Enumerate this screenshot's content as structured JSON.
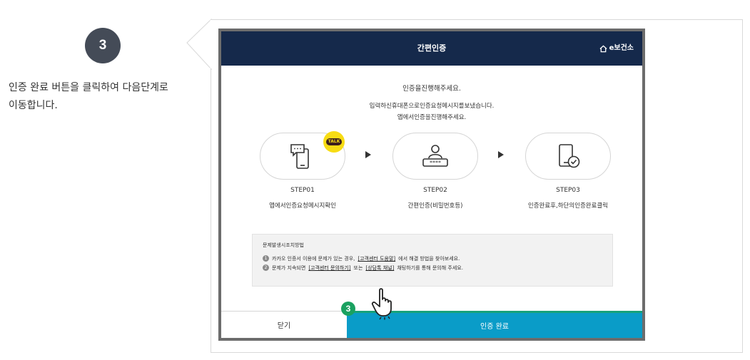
{
  "guide": {
    "step_number": "3",
    "line1": "인증 완료 버튼을 클릭하여 다음단계로",
    "line2": "이동합니다."
  },
  "modal": {
    "title": "간편인증",
    "brand": "e보건소",
    "intro1": "인증을진행해주세요.",
    "intro2": "입력하신휴대폰으로인증요청메시지를보냈습니다.",
    "intro3": "앱에서인증을진행해주세요.",
    "talk_badge": "TALK",
    "steps": [
      {
        "label": "STEP01",
        "desc": "앱에서인증요청메시지확인",
        "icon": "phone-chat-icon"
      },
      {
        "label": "STEP02",
        "desc": "간편인증(비밀번호등)",
        "icon": "password-user-icon"
      },
      {
        "label": "STEP03",
        "desc": "인증완료후,하단의인증완료클릭",
        "icon": "phone-check-icon"
      }
    ],
    "help": {
      "title": "문제발생시조치방법",
      "line1_num": "1",
      "line1_a": "카카오 인증서 이용에 문제가 있는 경우,",
      "line1_link": "[고객센터 도움말]",
      "line1_b": "에서 해결 방법을 찾아보세요.",
      "line2_num": "2",
      "line2_a": "문제가 지속되면",
      "line2_link1": "[고객센터 문의하기]",
      "line2_mid": "또는",
      "line2_link2": "[상담톡 채널]",
      "line2_b": "채팅하기를 통해 문의해 주세요."
    },
    "close_label": "닫기",
    "done_label": "인증 완료"
  },
  "marker_number": "3",
  "colors": {
    "header": "#15294b",
    "done_button": "#0a9cc8",
    "marker": "#1aa160",
    "talk_badge": "#f7dc14"
  }
}
